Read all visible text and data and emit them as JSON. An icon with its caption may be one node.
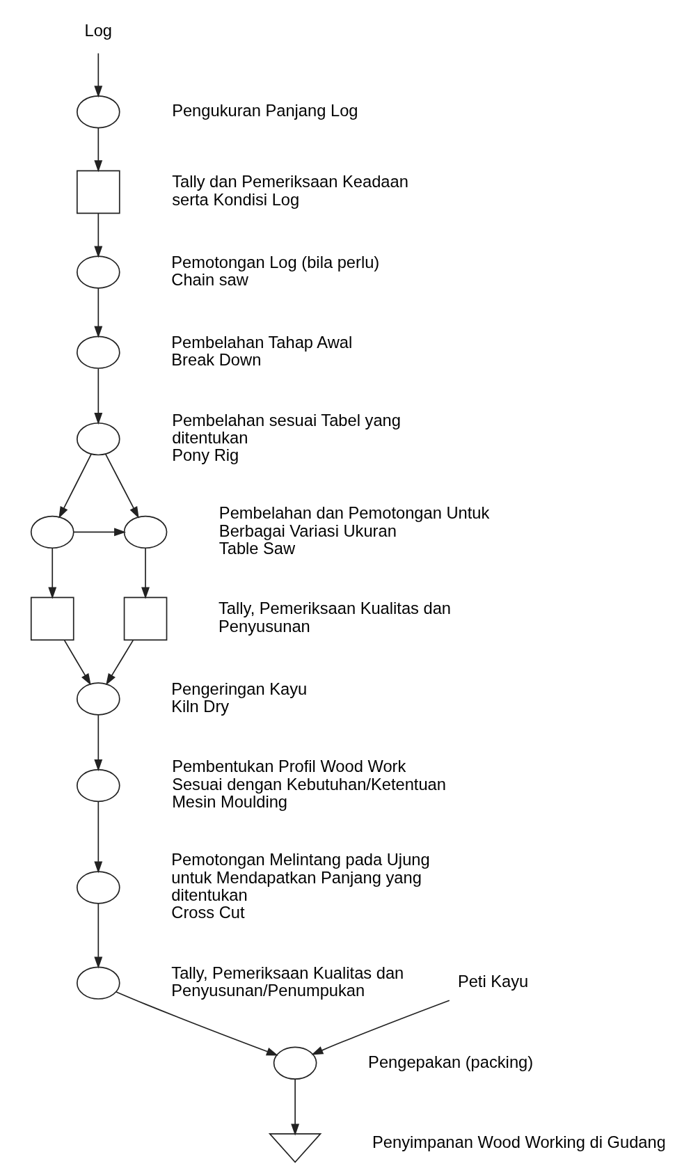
{
  "diagram": {
    "nodes": [
      {
        "text": [
          "Log"
        ]
      },
      {
        "text": [],
        "shape": "circle",
        "beside": [
          "Pengukuran Panjang Log"
        ]
      },
      {
        "text": [],
        "shape": "box",
        "beside": [
          "Tally dan Pemeriksaan Keadaan serta Kondisi Log"
        ]
      },
      {
        "text": [],
        "shape": "circle",
        "beside": [
          "Pemotongan Log (bila perlu)",
          "Chain saw"
        ]
      },
      {
        "text": [],
        "shape": "circle",
        "beside": [
          "Pembelahan Tahap Awal",
          "Break Down"
        ]
      },
      {
        "text": [],
        "shape": "circle",
        "beside": [
          "Pembelahan sesuai Tabel yang ditentukan",
          "Pony Rig"
        ]
      },
      {
        "text": [],
        "shape": "circle"
      },
      {
        "text": [],
        "shape": "circle",
        "beside": [
          "Pembelahan dan Pemotongan Untuk Berbagai Variasi Ukuran",
          "Table Saw"
        ]
      },
      {
        "text": [],
        "shape": "box"
      },
      {
        "text": [],
        "shape": "box",
        "beside": [
          "Tally, Pemeriksaan Kualitas dan Penyusunan"
        ]
      },
      {
        "text": [],
        "shape": "circle",
        "beside": [
          "Pengeringan Kayu",
          "Kiln Dry"
        ]
      },
      {
        "text": [],
        "shape": "circle",
        "beside": [
          "Pembentukan Profil Wood Work Sesuai dengan Kebutuhan/Ketentuan",
          "Mesin Moulding"
        ]
      },
      {
        "text": [],
        "shape": "circle",
        "beside": [
          "Pemotongan Melintang pada Ujung untuk Mendapatkan Panjang yang ditentukan",
          "Cross Cut"
        ]
      },
      {
        "text": [],
        "shape": "circle",
        "beside": [
          "Tally, Pemeriksaan Kualitas dan Penyusunan/Penumpukan"
        ]
      },
      {
        "text": [
          "Peti Kayu"
        ]
      },
      {
        "text": [],
        "shape": "circle",
        "beside": [
          "Pengepakan (packing)"
        ]
      },
      {
        "text": [],
        "shape": "triangle",
        "beside": [
          "Penyimpanan Wood Working di Gudang"
        ]
      }
    ],
    "edges": [
      {
        "from": 0,
        "to": 1,
        "arrow": "to"
      },
      {
        "from": 1,
        "to": 2,
        "arrow": "to"
      },
      {
        "from": 2,
        "to": 3,
        "arrow": "to"
      },
      {
        "from": 3,
        "to": 4,
        "arrow": "to"
      },
      {
        "from": 4,
        "to": 5,
        "arrow": "to"
      },
      {
        "from": 5,
        "to": 6,
        "arrow": "to"
      },
      {
        "from": 5,
        "to": 7,
        "arrow": "to"
      },
      {
        "from": 6,
        "to": 7,
        "arrow": "to"
      },
      {
        "from": 6,
        "to": 8,
        "arrow": "to"
      },
      {
        "from": 7,
        "to": 9,
        "arrow": "to"
      },
      {
        "from": 8,
        "to": 10,
        "arrow": "to"
      },
      {
        "from": 9,
        "to": 10,
        "arrow": "to"
      },
      {
        "from": 10,
        "to": 11,
        "arrow": "to"
      },
      {
        "from": 11,
        "to": 12,
        "arrow": "to"
      },
      {
        "from": 12,
        "to": 13,
        "arrow": "to"
      },
      {
        "from": 13,
        "to": 15,
        "arrow": "to"
      },
      {
        "from": 14,
        "to": 15,
        "arrow": "to"
      },
      {
        "from": 15,
        "to": 16,
        "arrow": "to"
      }
    ]
  }
}
